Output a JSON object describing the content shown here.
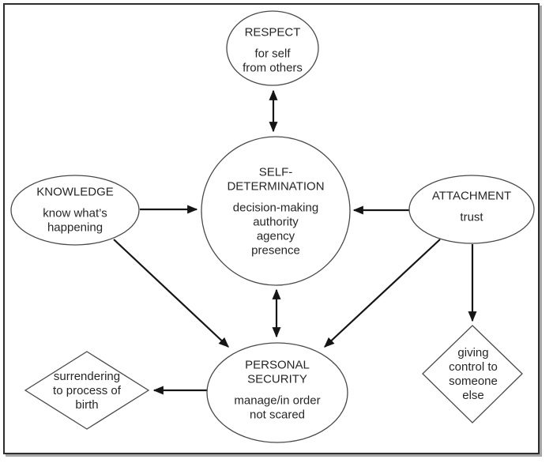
{
  "figure": {
    "background": "#ffffff",
    "frame_color": "#2d2d2d",
    "frame_shadow_color": "#a6a6a6",
    "shape_stroke_color": "#4a4a4a",
    "arrow_color": "#151515",
    "text_color": "#262626"
  },
  "nodes": {
    "respect": {
      "shape": "ellipse",
      "title_lines": [
        "RESPECT"
      ],
      "body_lines": [
        "for self",
        "from others"
      ]
    },
    "self_determination": {
      "shape": "circle",
      "title_lines": [
        "SELF-",
        "DETERMINATION"
      ],
      "body_lines": [
        "decision-making",
        "authority",
        "agency",
        "presence"
      ]
    },
    "knowledge": {
      "shape": "ellipse",
      "title_lines": [
        "KNOWLEDGE"
      ],
      "body_lines": [
        "know what’s",
        "happening"
      ]
    },
    "attachment": {
      "shape": "ellipse",
      "title_lines": [
        "ATTACHMENT"
      ],
      "body_lines": [
        "trust"
      ]
    },
    "personal_security": {
      "shape": "ellipse",
      "title_lines": [
        "PERSONAL",
        "SECURITY"
      ],
      "body_lines": [
        "manage/in order",
        "not scared"
      ]
    },
    "surrendering": {
      "shape": "diamond",
      "body_lines": [
        "surrendering",
        "to process of",
        "birth"
      ]
    },
    "giving_control": {
      "shape": "diamond",
      "body_lines": [
        "giving",
        "control to",
        "someone",
        "else"
      ]
    }
  },
  "edges": [
    {
      "from": "RESPECT",
      "to": "SELF-DETERMINATION",
      "arrows": "both"
    },
    {
      "from": "KNOWLEDGE",
      "to": "SELF-DETERMINATION",
      "arrows": "to"
    },
    {
      "from": "ATTACHMENT",
      "to": "SELF-DETERMINATION",
      "arrows": "to"
    },
    {
      "from": "SELF-DETERMINATION",
      "to": "PERSONAL SECURITY",
      "arrows": "both"
    },
    {
      "from": "KNOWLEDGE",
      "to": "PERSONAL SECURITY",
      "arrows": "to"
    },
    {
      "from": "ATTACHMENT",
      "to": "PERSONAL SECURITY",
      "arrows": "to"
    },
    {
      "from": "PERSONAL SECURITY",
      "to": "surrendering to process of birth",
      "arrows": "to"
    },
    {
      "from": "ATTACHMENT",
      "to": "giving control to someone else",
      "arrows": "to"
    }
  ]
}
